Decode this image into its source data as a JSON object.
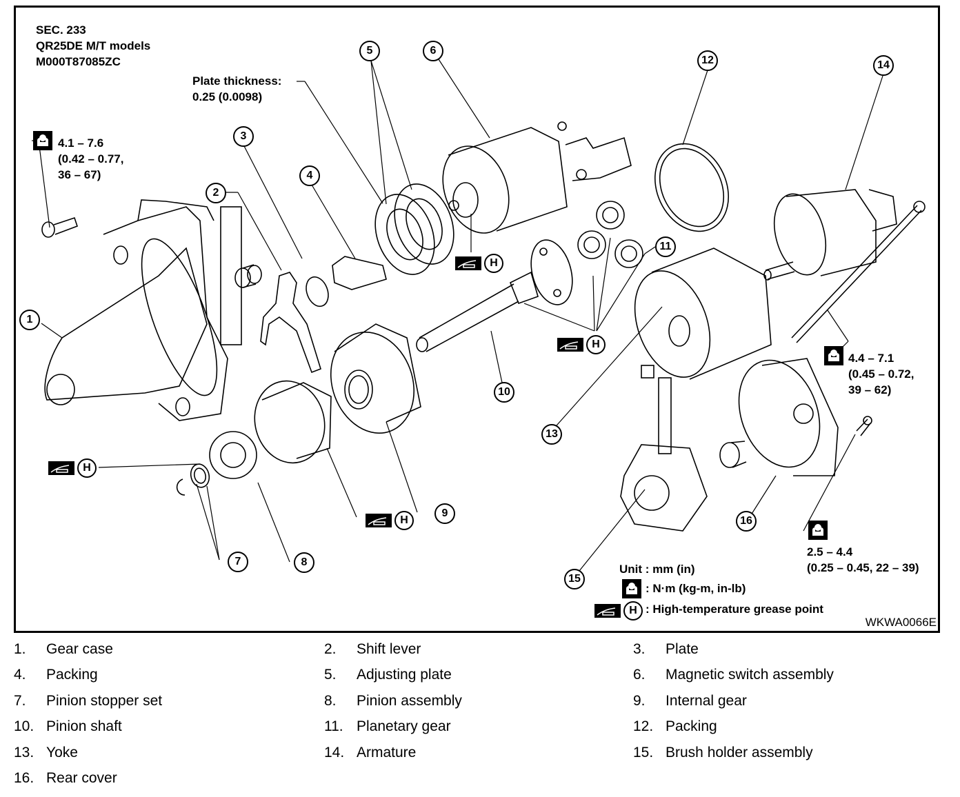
{
  "header": {
    "section": "SEC. 233",
    "models": "QR25DE M/T models",
    "code": "M000T87085ZC"
  },
  "plate_thickness": {
    "label": "Plate thickness:",
    "value": "0.25 (0.0098)"
  },
  "torque_specs": [
    {
      "line1": "4.1 – 7.6",
      "line2": "(0.42 – 0.77,",
      "line3": "36 – 67)"
    },
    {
      "line1": "4.4 – 7.1",
      "line2": "(0.45 – 0.72,",
      "line3": "39 – 62)"
    },
    {
      "line1": "2.5 – 4.4",
      "line2": "(0.25 – 0.45, 22 – 39)"
    }
  ],
  "grease_symbol_letter": "H",
  "callouts": [
    "1",
    "2",
    "3",
    "4",
    "5",
    "6",
    "7",
    "8",
    "9",
    "10",
    "11",
    "12",
    "13",
    "14",
    "15",
    "16"
  ],
  "units_legend": {
    "unit": "Unit : mm (in)",
    "torque": ": N·m (kg-m, in-lb)",
    "grease": ": High-temperature grease point"
  },
  "figure_code": "WKWA0066E",
  "parts": [
    {
      "num": "1.",
      "name": "Gear case"
    },
    {
      "num": "2.",
      "name": "Shift lever"
    },
    {
      "num": "3.",
      "name": "Plate"
    },
    {
      "num": "4.",
      "name": "Packing"
    },
    {
      "num": "5.",
      "name": "Adjusting plate"
    },
    {
      "num": "6.",
      "name": "Magnetic switch assembly"
    },
    {
      "num": "7.",
      "name": "Pinion stopper set"
    },
    {
      "num": "8.",
      "name": "Pinion assembly"
    },
    {
      "num": "9.",
      "name": "Internal gear"
    },
    {
      "num": "10.",
      "name": "Pinion shaft"
    },
    {
      "num": "11.",
      "name": "Planetary gear"
    },
    {
      "num": "12.",
      "name": "Packing"
    },
    {
      "num": "13.",
      "name": "Yoke"
    },
    {
      "num": "14.",
      "name": "Armature"
    },
    {
      "num": "15.",
      "name": "Brush holder assembly"
    },
    {
      "num": "16.",
      "name": "Rear cover"
    }
  ]
}
